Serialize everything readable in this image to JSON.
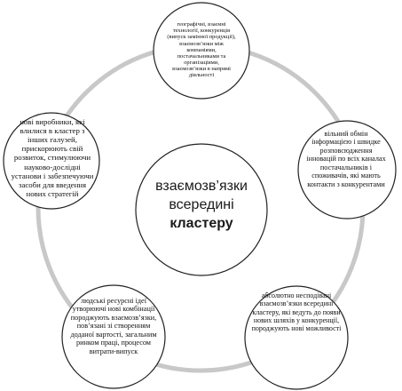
{
  "center": {
    "line1": "взаємозв’язки",
    "line2": "всередині",
    "line3": "кластеру"
  },
  "nodes": {
    "top": "географічні, взаємні технології, конкуренція (випуск замінної продукції), взаємозв’язки між компаніями, постачальниками та організаціями, взаємозв’язки в напрямі діяльності",
    "right": "вільний обмін інформацією і швидке розповсюдження інновацій по всіх каналах постачальників і споживачів, які мають контакти з конкурентами",
    "bottom_right": "абсолютно несподівані взаємозв’язки всередині кластеру, які ведуть до появи нових шляхів у конкуренції, породжують нові можливості",
    "bottom_left": "людські ресурсні ідеї утворюючі нові комбінації породжують взаємозв’язки, пов’язані зі створенням доданої вартості, загальним ринком праці, процесом витрати-випуск",
    "left": "нові виробники, які влилися в кластер з інших галузей, прискорюють свій розвиток, стимулюючи науково-дослідні установи і забезпечуючи засоби для введення нових стратегій"
  }
}
